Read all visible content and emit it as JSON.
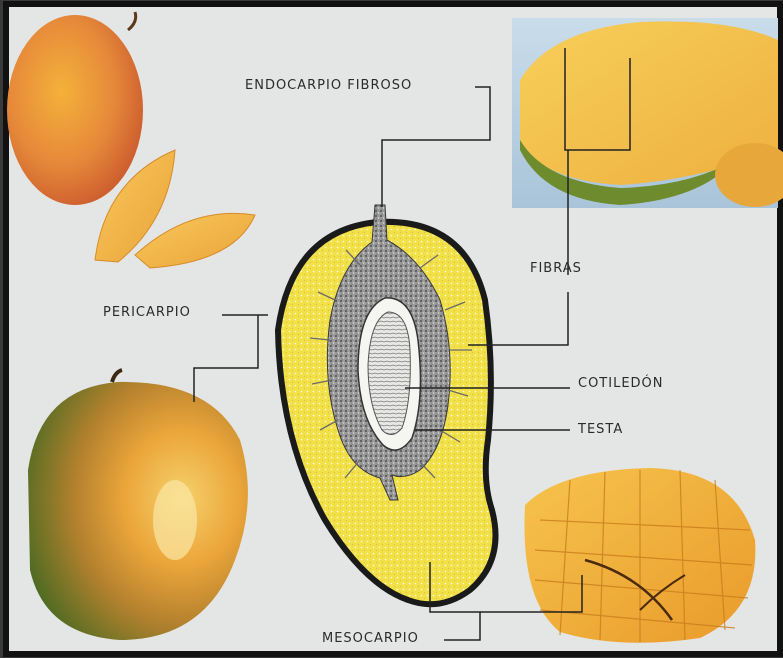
{
  "labels": {
    "endocarpio": "ENDOCARPIO FIBROSO",
    "fibras": "FIBRAS",
    "pericarpio": "PERICARPIO",
    "cotiledon": "COTILEDÓN",
    "testa": "TESTA",
    "mesocarpio": "MESOCARPIO"
  },
  "colors": {
    "page": "#e4e6e5",
    "border": "#1c1c1c",
    "mango_flesh": "#f3e24a",
    "mango_skin_green": "#5d7a2a",
    "mango_skin_red": "#c8432b",
    "mango_skin_orange": "#e98f2c",
    "endocarp": "#8a8a8a",
    "sky": "#b9d1e6"
  },
  "icons": [
    "mango-whole-top",
    "mango-slices",
    "mango-halved-photo",
    "mango-whole-bottom",
    "mango-hedgehog-cut"
  ]
}
